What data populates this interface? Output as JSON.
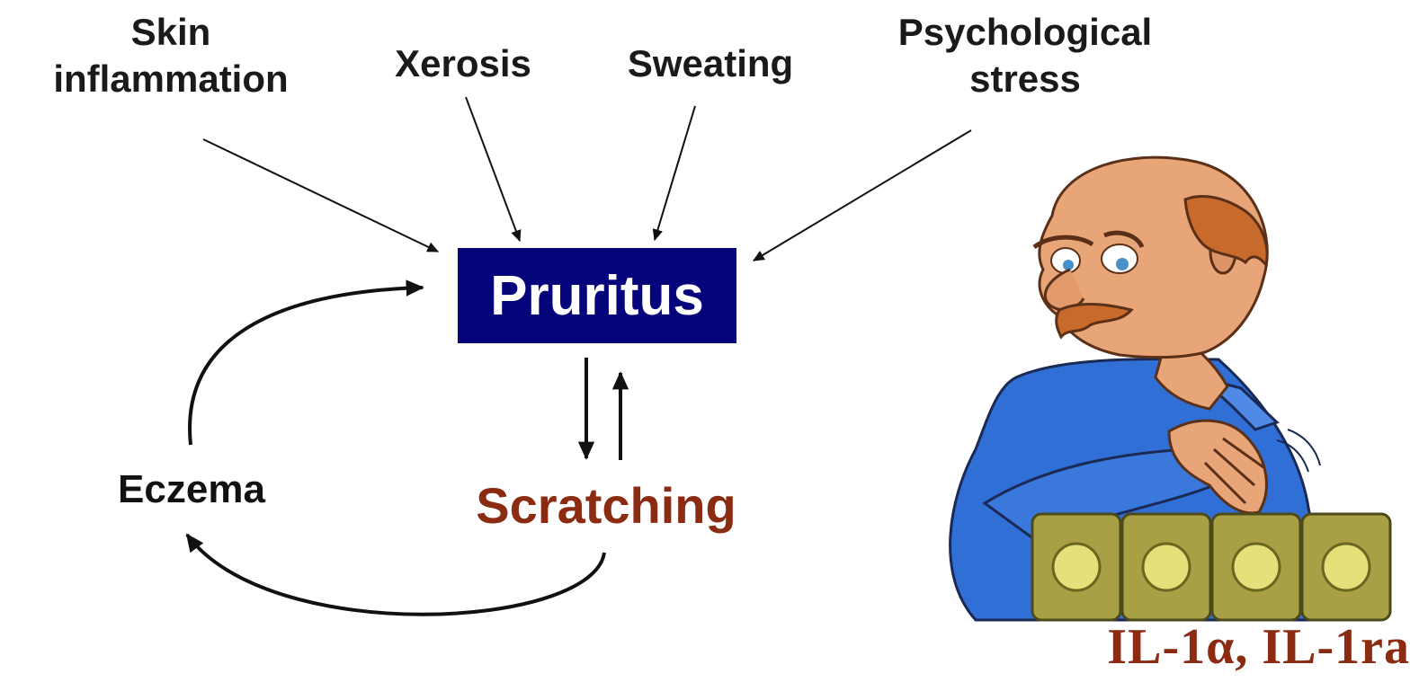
{
  "diagram": {
    "causes": [
      {
        "id": "skin-inflammation",
        "line1": "Skin",
        "line2": "inflammation"
      },
      {
        "id": "xerosis",
        "line1": "Xerosis"
      },
      {
        "id": "sweating",
        "line1": "Sweating"
      },
      {
        "id": "psychological-stress",
        "line1": "Psychological",
        "line2": "stress"
      }
    ],
    "center": {
      "label": "Pruritus",
      "box_color": "#05047a",
      "text_color": "#ffffff"
    },
    "response": {
      "label": "Scratching",
      "color": "#8b2b12"
    },
    "consequence": {
      "label": "Eczema"
    },
    "cytokines": {
      "label": "IL-1α,  IL-1ra",
      "color": "#8b2b12"
    }
  },
  "colors": {
    "skin": "#e8a577",
    "shirt": "#2f6fd6",
    "hair": "#c76a2c",
    "cell": "#a9a046",
    "cell_nucleus": "#e6e07a"
  }
}
